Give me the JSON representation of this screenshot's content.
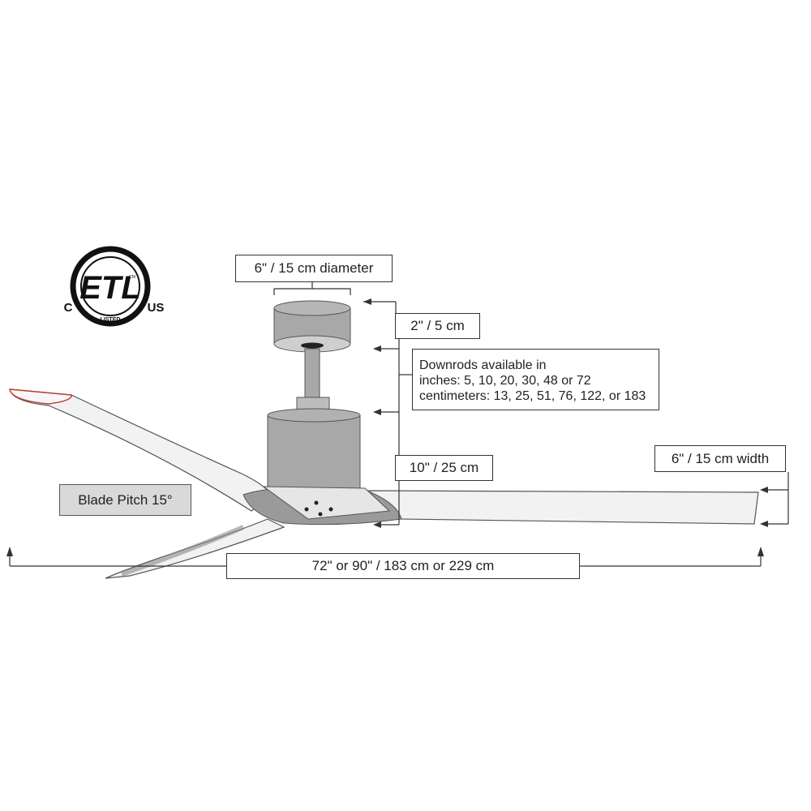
{
  "certification": {
    "mark": "ETL",
    "listed": "LISTED",
    "left_code": "C",
    "right_code": "US",
    "small_mark": "CM"
  },
  "labels": {
    "canopy_diameter": "6\" / 15 cm diameter",
    "canopy_height": "2\" / 5 cm",
    "downrods": {
      "line1": "Downrods available in",
      "line2": "inches: 5, 10, 20, 30, 48 or 72",
      "line3": "centimeters: 13, 25, 51, 76, 122, or 183"
    },
    "motor_height": "10\" / 25 cm",
    "blade_width": "6\" / 15 cm width",
    "blade_pitch": "Blade Pitch 15°",
    "span": "72\" or 90\" / 183 cm or 229 cm"
  },
  "colors": {
    "line": "#333333",
    "fan_grey": "#a8a8a8",
    "fan_dark": "#8c8c8c",
    "blade_white": "#f2f2f2",
    "blade_outline": "#555555",
    "blade_tip_accent": "#c0392b",
    "pitch_box": "#d9d9d9"
  }
}
